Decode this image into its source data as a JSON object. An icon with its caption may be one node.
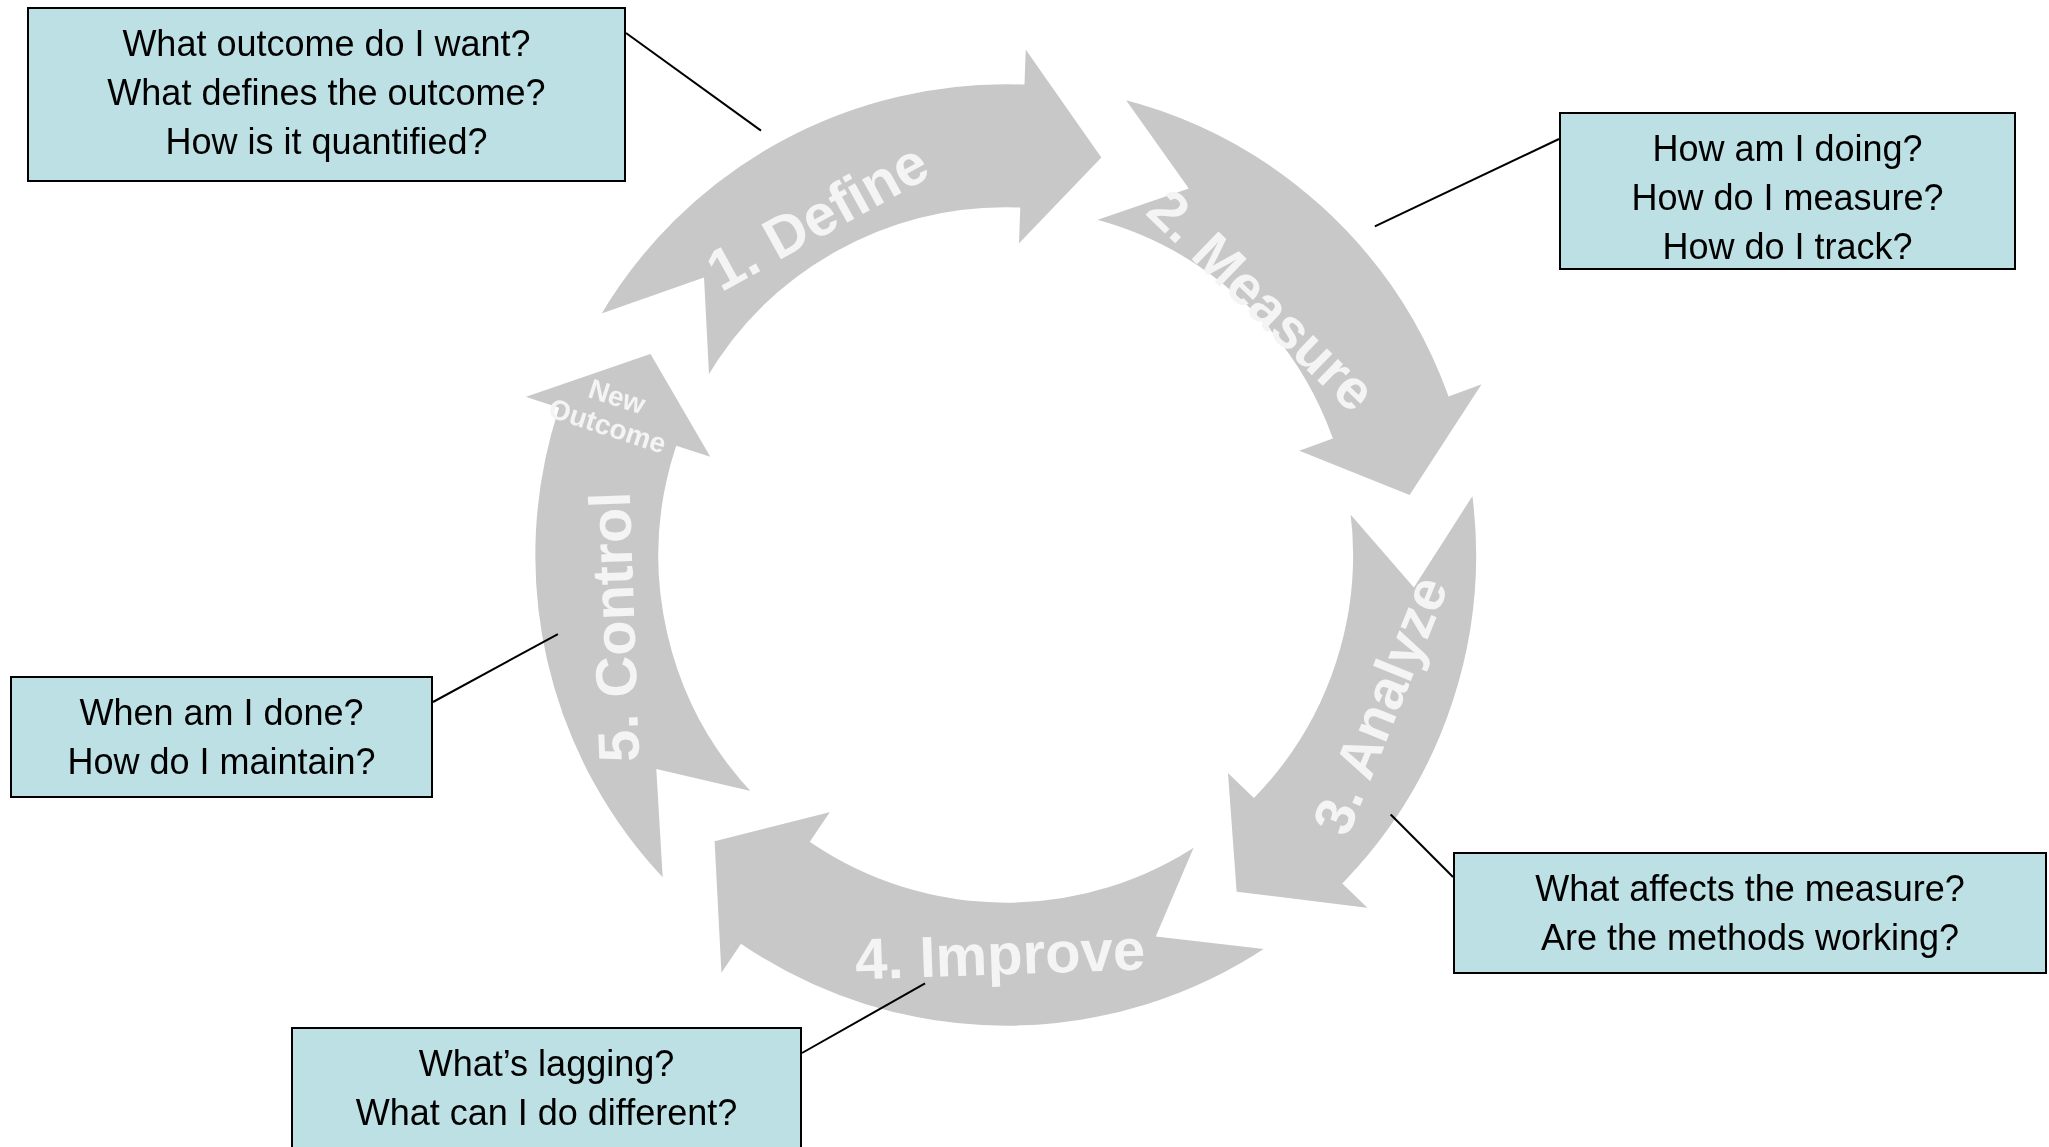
{
  "diagram": {
    "nodes": [
      {
        "text": [
          "What outcome do I want?",
          "What defines the outcome?",
          "How is it quantified?"
        ]
      },
      {
        "text": [
          "How am I doing?",
          "How do I measure?",
          "How do I track?"
        ]
      },
      {
        "text": [
          "When am I done?",
          "How do I maintain?"
        ]
      },
      {
        "text": [
          "What affects the measure?",
          "Are the methods working?"
        ]
      },
      {
        "text": [
          "What’s lagging?",
          "What can I do different?"
        ]
      },
      {
        "text": [
          "1. Define"
        ]
      },
      {
        "text": [
          "2. Measure"
        ]
      },
      {
        "text": [
          "3. Analyze"
        ]
      },
      {
        "text": [
          "4. Improve"
        ]
      },
      {
        "text": [
          "5. Control",
          "New Outcome"
        ]
      }
    ],
    "edges": [
      {
        "from": 0,
        "to": 5,
        "arrow": "none"
      },
      {
        "from": 1,
        "to": 6,
        "arrow": "none"
      },
      {
        "from": 2,
        "to": 9,
        "arrow": "none"
      },
      {
        "from": 3,
        "to": 7,
        "arrow": "none"
      },
      {
        "from": 4,
        "to": 8,
        "arrow": "none"
      }
    ]
  }
}
